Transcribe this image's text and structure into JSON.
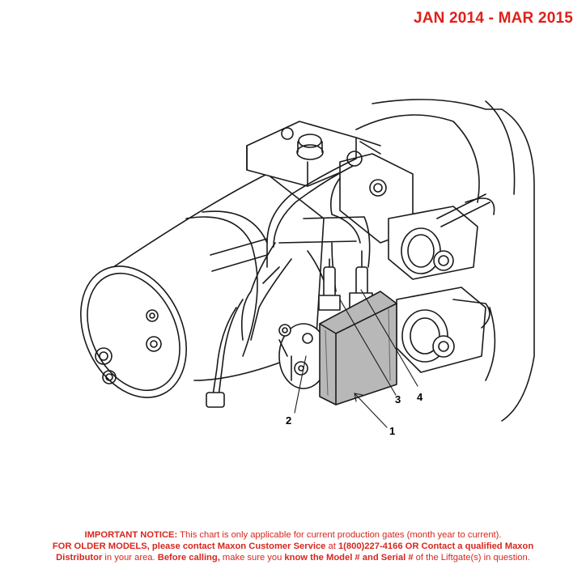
{
  "header": {
    "date_range": "JAN 2014 - MAR 2015"
  },
  "callouts": [
    {
      "id": "1",
      "label": "1"
    },
    {
      "id": "2",
      "label": "2"
    },
    {
      "id": "3",
      "label": "3"
    },
    {
      "id": "4",
      "label": "4"
    }
  ],
  "notice": {
    "line1_strong": "IMPORTANT NOTICE:",
    "line1_text": " This chart is only applicable for current production gates (month year to current).",
    "line2_strong": "FOR OLDER MODELS, please contact Maxon Customer Service",
    "line2_text": " at ",
    "line2_phone": "1(800)227-4166",
    "line2_strong2": " OR Contact a qualified Maxon",
    "line3_strong": "Distributor",
    "line3_text": " in your area. ",
    "line3_strong2": "Before calling,",
    "line3_text2": " make sure you ",
    "line3_strong3": "know the Model # and Serial #",
    "line3_text3": " of the Liftgate(s) in question."
  },
  "colors": {
    "accent_red": "#e0201a",
    "line": "#1a1a1a",
    "box_fill": "#b8b8b8"
  }
}
